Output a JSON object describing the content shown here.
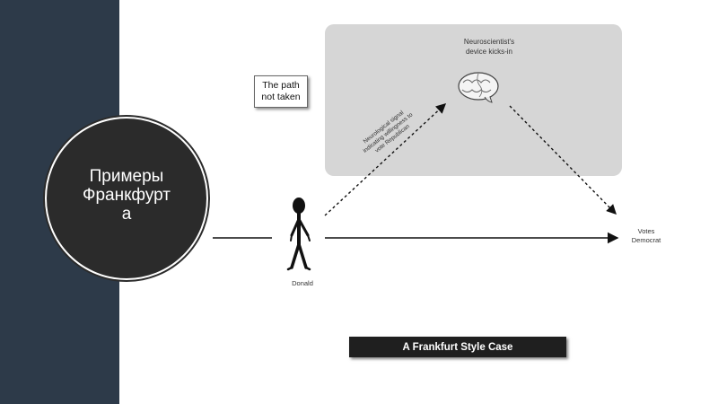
{
  "slide": {
    "section_title": "Примеры\nФранкфурт\nа"
  },
  "diagram": {
    "path_not_taken": "The path\nnot taken",
    "device_label": "Neuroscientist's\ndevice kicks-in",
    "signal_label": "Neurological signal\nindicating willingness to\nvote Republican",
    "outcome_label": "Votes\nDemocrat",
    "person_label": "Donald",
    "caption": "A Frankfurt Style Case"
  },
  "icons": [
    "brain-icon",
    "stick-figure-icon"
  ],
  "colors": {
    "sidebar": "#2d3a49",
    "circle": "#2b2b2b",
    "panel": "#d6d6d6",
    "banner": "#1f1f1f"
  }
}
